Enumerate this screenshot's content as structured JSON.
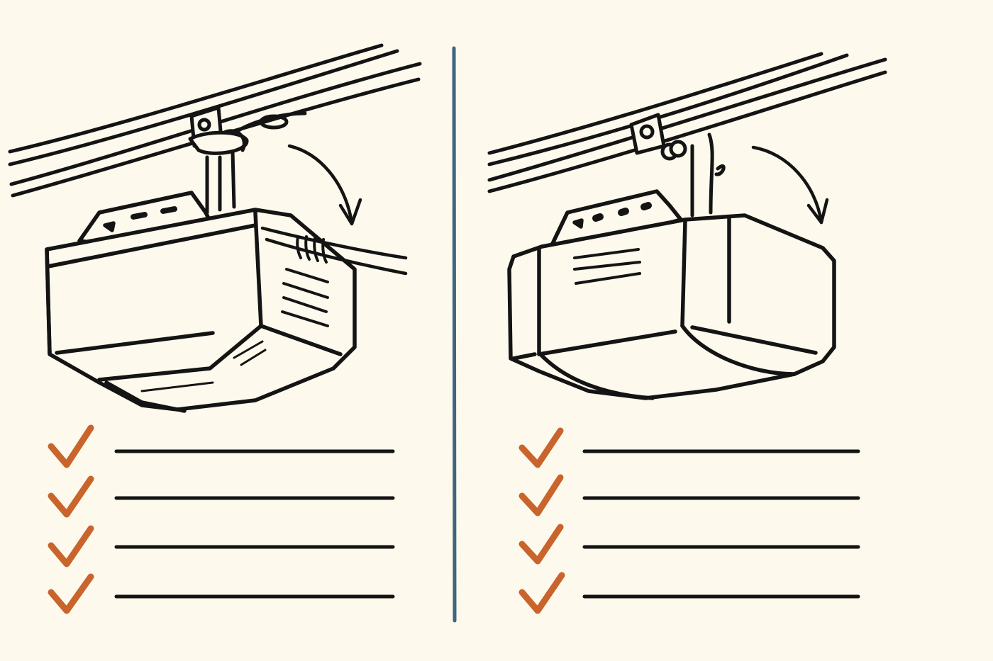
{
  "colors": {
    "background": "#fdf9ec",
    "ink": "#141414",
    "checkmark": "#c8642c",
    "divider": "#3f6580"
  },
  "panels": [
    {
      "name": "left-panel",
      "illustration": "garage-door-opener-chain-drive",
      "checklist": [
        {
          "checked": true,
          "text": ""
        },
        {
          "checked": true,
          "text": ""
        },
        {
          "checked": true,
          "text": ""
        },
        {
          "checked": true,
          "text": ""
        }
      ]
    },
    {
      "name": "right-panel",
      "illustration": "garage-door-opener-belt-drive",
      "checklist": [
        {
          "checked": true,
          "text": ""
        },
        {
          "checked": true,
          "text": ""
        },
        {
          "checked": true,
          "text": ""
        },
        {
          "checked": true,
          "text": ""
        }
      ]
    }
  ],
  "icons": [
    "garage-door-opener-icon",
    "curved-arrow-icon",
    "checkmark-icon"
  ]
}
